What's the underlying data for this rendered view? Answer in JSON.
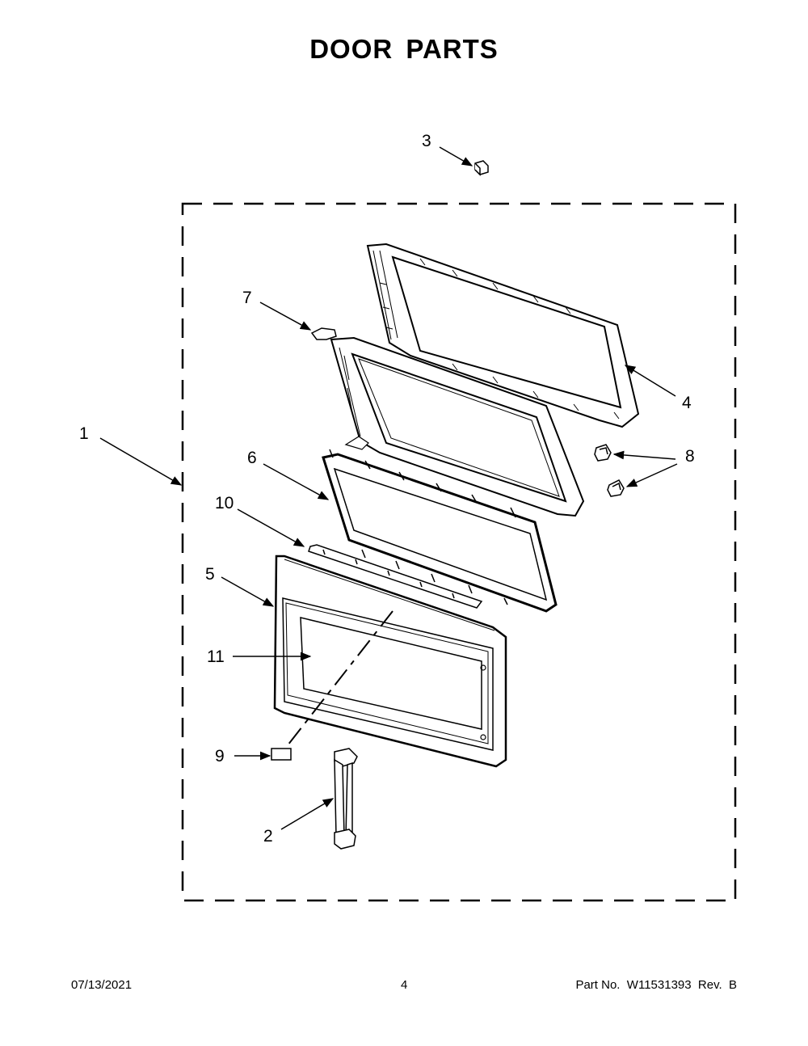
{
  "page": {
    "title": "DOOR PARTS",
    "footer": {
      "date": "07/13/2021",
      "page_number": "4",
      "part_number": "Part No.  W11531393  Rev.  B"
    }
  },
  "callouts": [
    "1",
    "2",
    "3",
    "4",
    "5",
    "6",
    "7",
    "8",
    "9",
    "10",
    "11"
  ]
}
